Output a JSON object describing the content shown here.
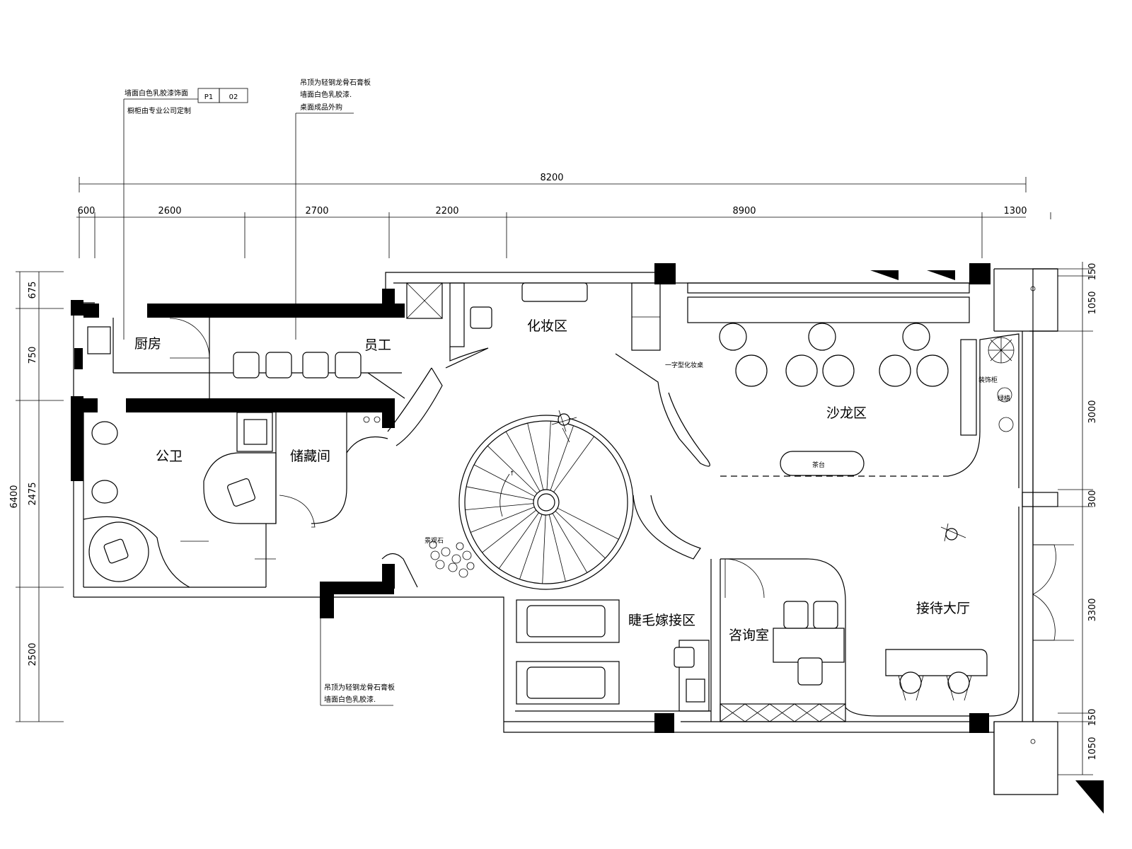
{
  "dimensions": {
    "top_total": "8200",
    "top_segments": [
      "600",
      "2600",
      "2700",
      "2200",
      "8900",
      "1300"
    ],
    "left_total": "6400",
    "left_segments": [
      "675",
      "750",
      "2475",
      "2500"
    ],
    "right_segments": [
      "150",
      "1050",
      "3000",
      "300",
      "3300",
      "150",
      "1050"
    ]
  },
  "rooms": {
    "kitchen": "厨房",
    "staff": "员工",
    "makeup": "化妆区",
    "salon": "沙龙区",
    "public_toilet": "公卫",
    "storage": "储藏间",
    "reception": "接待大厅",
    "eyelash": "睫毛嫁接区",
    "consultation": "咨询室"
  },
  "notes": {
    "top_left_line1": "墙面白色乳胶漆饰面",
    "top_left_line2": "橱柜由专业公司定制",
    "tag_a": "P1",
    "tag_b": "02",
    "top_mid_line1": "吊顶为轻钢龙骨石膏板",
    "top_mid_line2": "墙面白色乳胶漆.",
    "top_mid_line3": "桌面成品外购",
    "bottom_line1": "吊顶为轻钢龙骨石膏板",
    "bottom_line2": "墙面白色乳胶漆.",
    "makeup_note": "一字型化妆桌",
    "salon_note": "茶台",
    "right_note_1": "装饰柜",
    "right_note_2": "绿植",
    "plant_note": "景观石"
  }
}
